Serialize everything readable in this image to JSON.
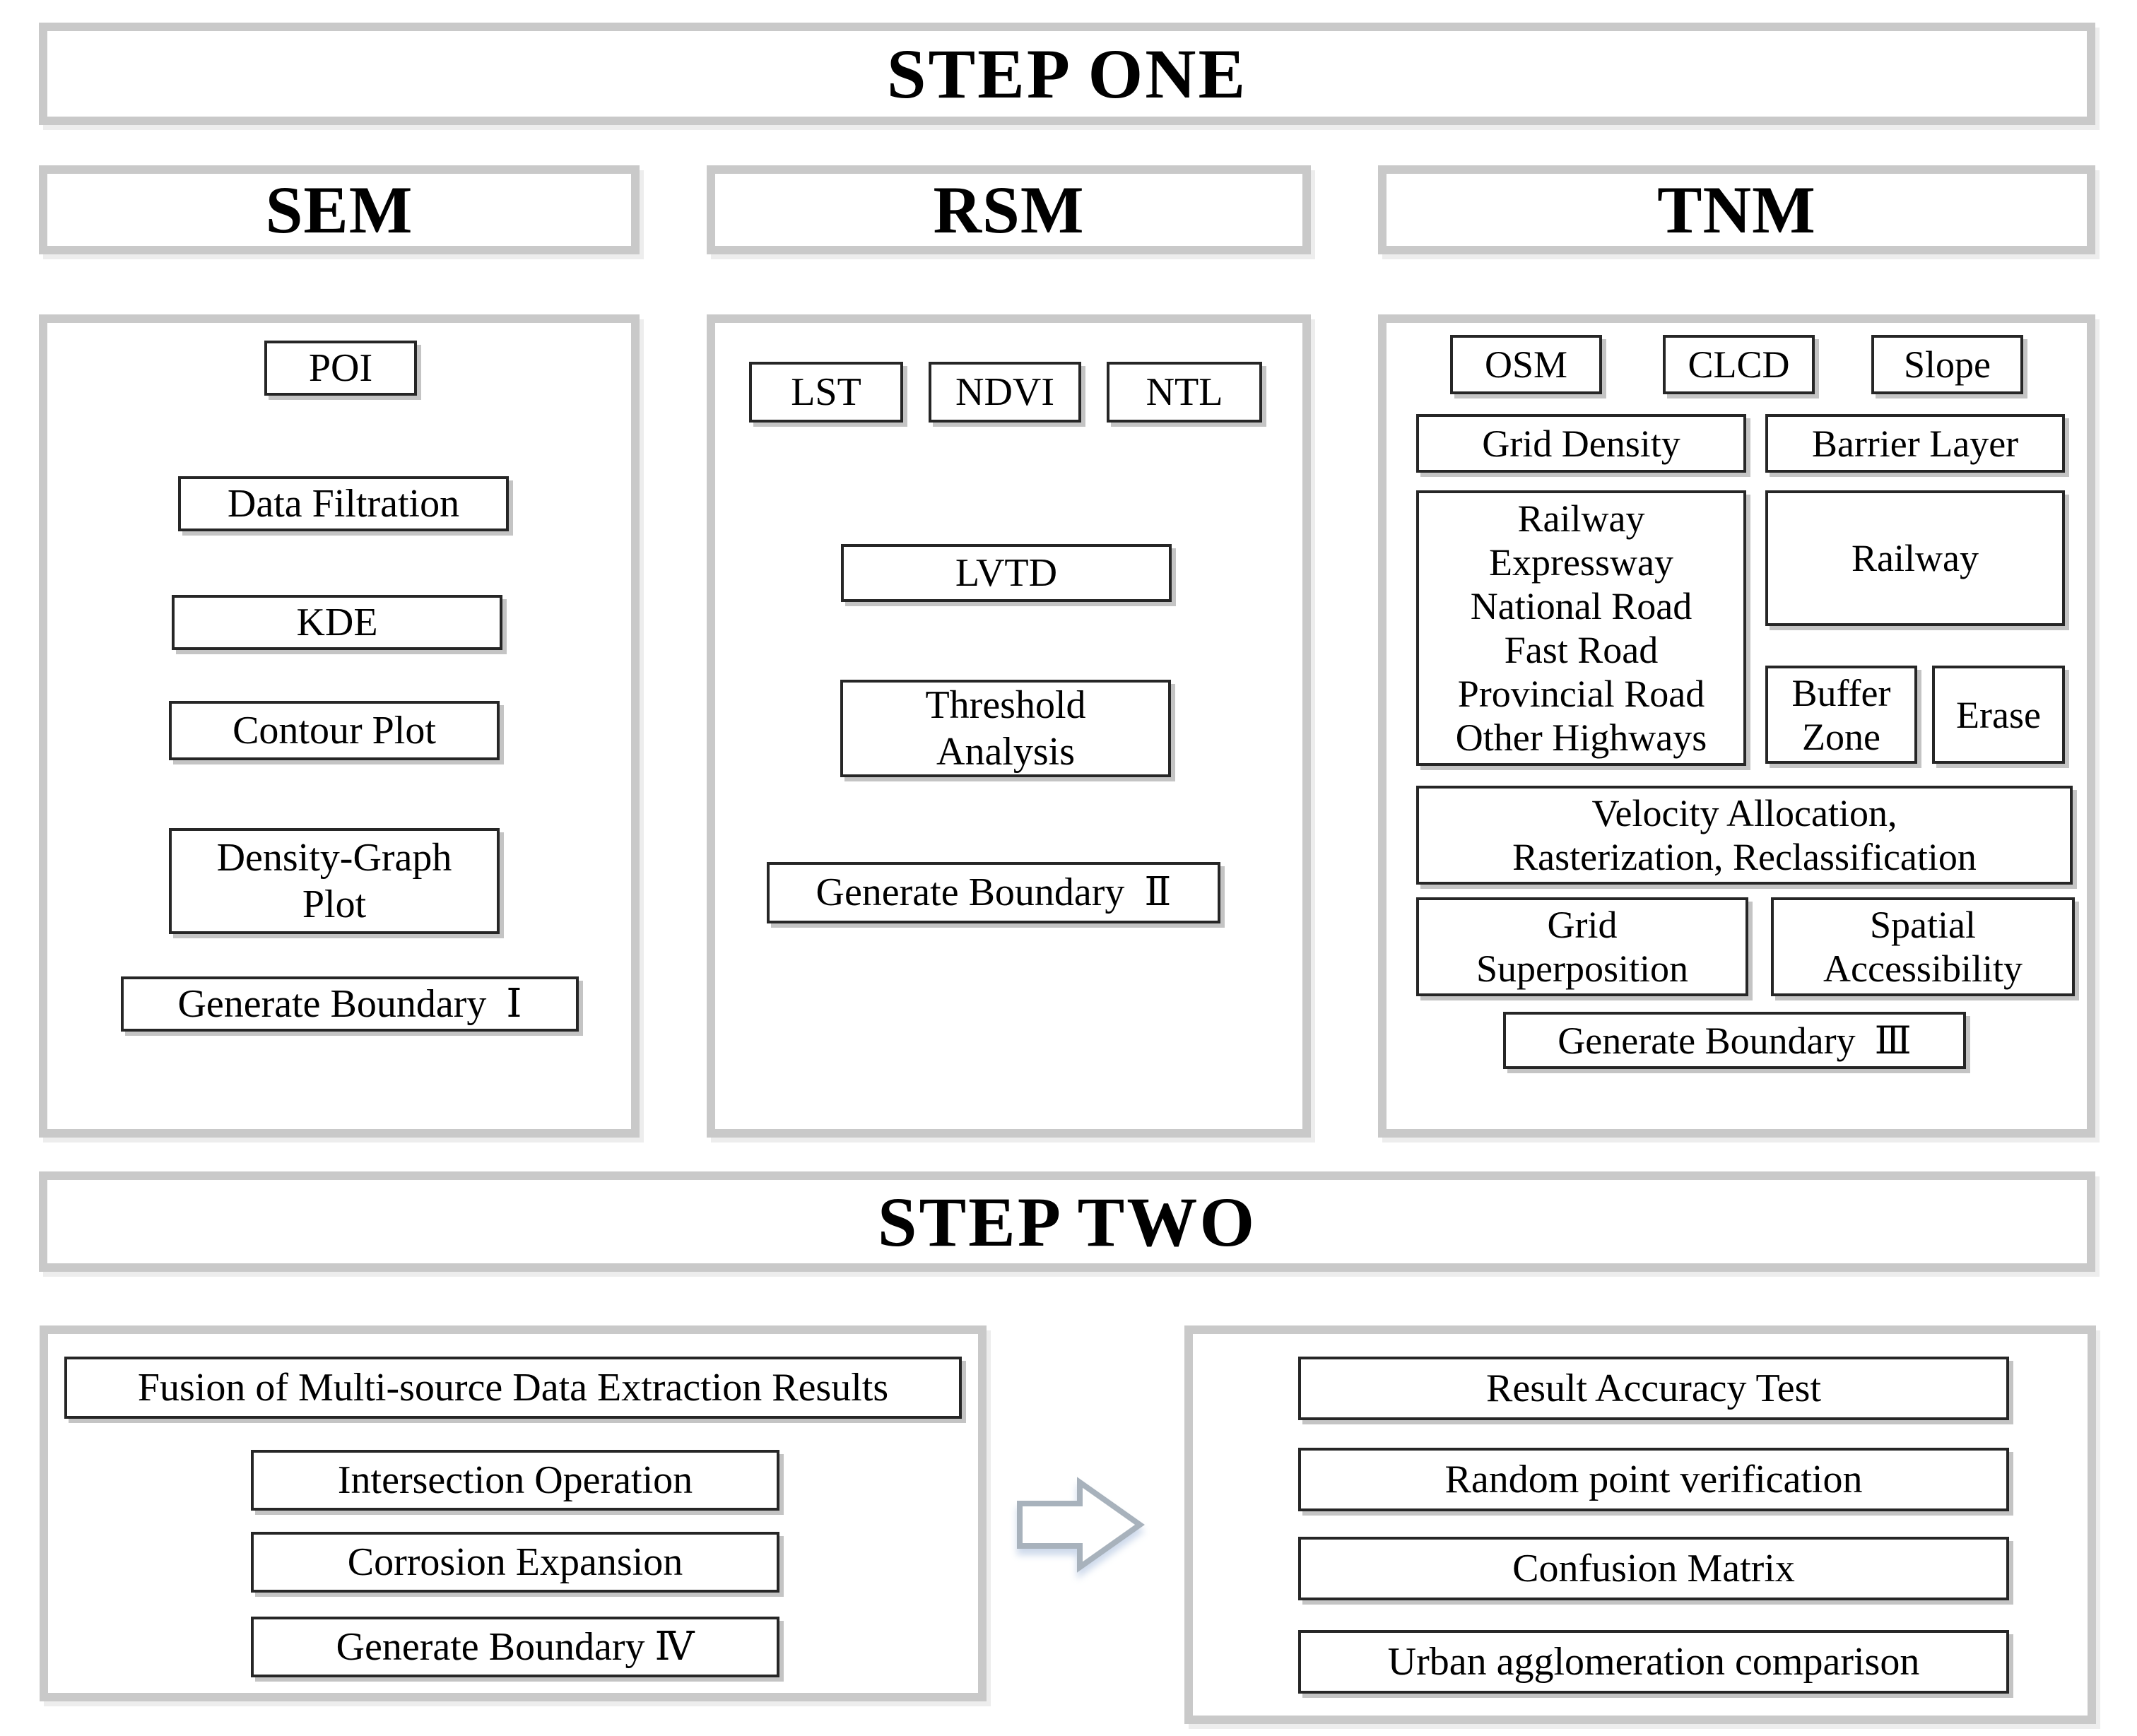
{
  "colors": {
    "panel_border": "#c9c9c9",
    "box_border": "#262626",
    "connector": "#2a2a2a",
    "text": "#000000",
    "arrow_outline": "#a8b2bc"
  },
  "titles": {
    "step_one": "STEP ONE",
    "step_two": "STEP TWO"
  },
  "columns": {
    "sem": {
      "header": "SEM",
      "poi": "POI",
      "data_filtration": "Data Filtration",
      "kde": "KDE",
      "contour_plot": "Contour Plot",
      "density_graph_plot": [
        "Density-Graph",
        "Plot"
      ],
      "generate_boundary": "Generate Boundary  Ⅰ"
    },
    "rsm": {
      "header": "RSM",
      "lst": "LST",
      "ndvi": "NDVI",
      "ntl": "NTL",
      "lvtd": "LVTD",
      "threshold_analysis": [
        "Threshold",
        "Analysis"
      ],
      "generate_boundary": "Generate Boundary  Ⅱ"
    },
    "tnm": {
      "header": "TNM",
      "osm": "OSM",
      "clcd": "CLCD",
      "slope": "Slope",
      "grid_density": "Grid Density",
      "barrier_layer": "Barrier Layer",
      "road_types": [
        "Railway",
        "Expressway",
        "National Road",
        "Fast Road",
        "Provincial Road",
        "Other Highways"
      ],
      "railway": "Railway",
      "buffer_zone": [
        "Buffer",
        "Zone"
      ],
      "erase": "Erase",
      "velocity_allocation": [
        "Velocity Allocation,",
        "Rasterization, Reclassification"
      ],
      "grid_superposition": [
        "Grid",
        "Superposition"
      ],
      "spatial_accessibility": [
        "Spatial",
        "Accessibility"
      ],
      "generate_boundary": "Generate Boundary  Ⅲ"
    }
  },
  "step_two": {
    "fusion": "Fusion of Multi-source Data Extraction Results",
    "intersection_operation": "Intersection Operation",
    "corrosion_expansion": "Corrosion Expansion",
    "generate_boundary": "Generate Boundary Ⅳ",
    "result_accuracy_test": "Result Accuracy Test",
    "random_point_verification": "Random point verification",
    "confusion_matrix": "Confusion Matrix",
    "urban_agglomeration_comparison": "Urban agglomeration comparison"
  }
}
